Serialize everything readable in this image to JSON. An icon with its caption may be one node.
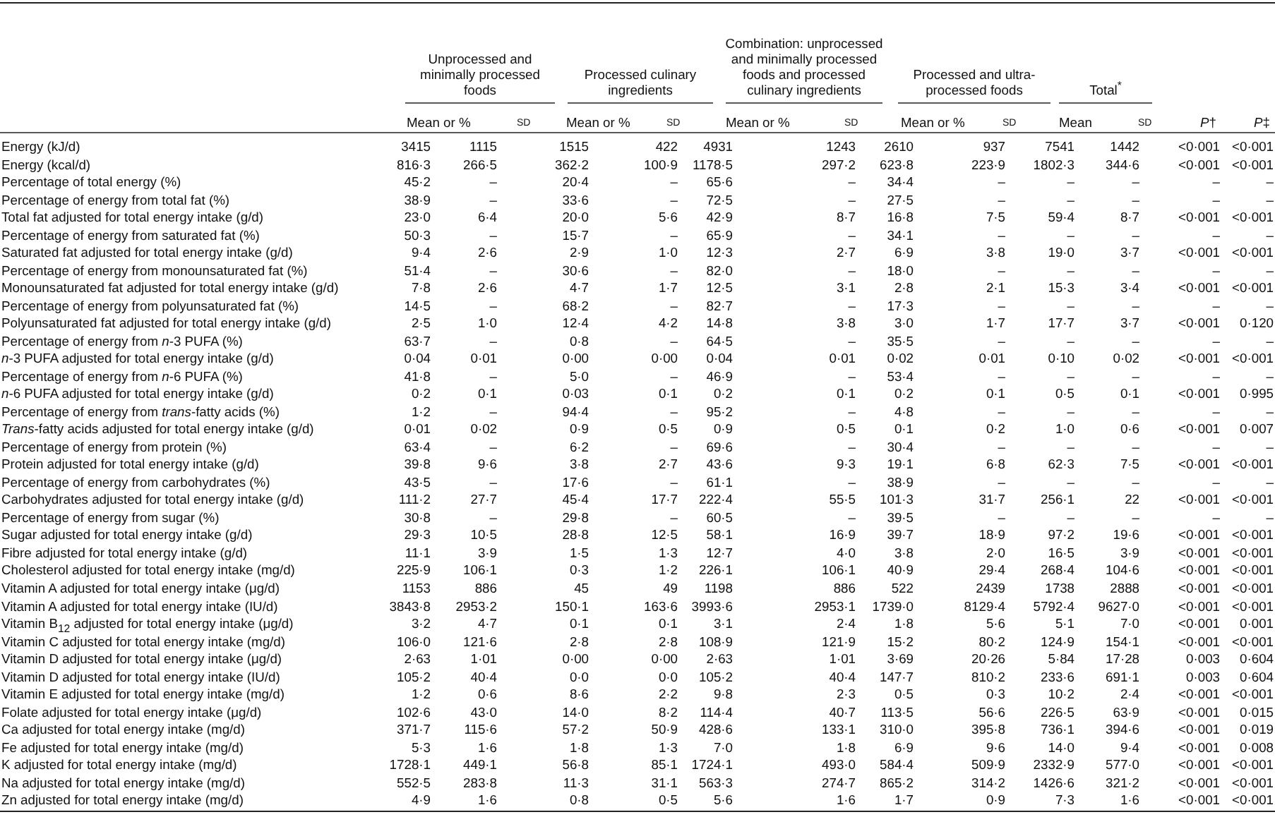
{
  "diagram": {
    "labels": [
      "Unprocessed and minimally processed foods",
      "Processed culinary ingredients",
      "Combination: unprocessed and minimally processed foods and processed culinary ingredients",
      "Processed and ultra-processed foods",
      "Total$^{*}$",
      "Mean or %",
      "SD",
      "Mean or %",
      "SD",
      "Mean or %",
      "SD",
      "Mean or %",
      "SD",
      "Mean",
      "SD",
      "*P*†",
      "*P*‡",
      "Energy (kJ/d)",
      "3415",
      "1115",
      "1515",
      "422",
      "4931",
      "1243",
      "2610",
      "937",
      "7541",
      "1442",
      "<0·001",
      "<0·001",
      "Energy (kcal/d)",
      "816·3",
      "266·5",
      "362·2",
      "100·9",
      "1178·5",
      "297·2",
      "623·8",
      "223·9",
      "1802·3",
      "344·6",
      "<0·001",
      "<0·001",
      "Percentage of total energy (%)",
      "45·2",
      "–",
      "20·4",
      "–",
      "65·6",
      "–",
      "34·4",
      "–",
      "–",
      "–",
      "–",
      "–",
      "Percentage of energy from total fat (%)",
      "38·9",
      "–",
      "33·6",
      "–",
      "72·5",
      "–",
      "27·5",
      "–",
      "–",
      "–",
      "–",
      "–",
      "Total fat adjusted for total energy intake (g/d)",
      "23·0",
      "6·4",
      "20·0",
      "5·6",
      "42·9",
      "8·7",
      "16·8",
      "7·5",
      "59·4",
      "8·7",
      "<0·001",
      "<0·001",
      "Percentage of energy from saturated fat (%)",
      "50·3",
      "–",
      "15·7",
      "–",
      "65·9",
      "–",
      "34·1",
      "–",
      "–",
      "–",
      "–",
      "–",
      "Saturated fat adjusted for total energy intake (g/d)",
      "9·4",
      "2·6",
      "2·9",
      "1·0",
      "12·3",
      "2·7",
      "6·9",
      "3·8",
      "19·0",
      "3·7",
      "<0·001",
      "<0·001",
      "Percentage of energy from monounsaturated fat (%)",
      "51·4",
      "–",
      "30·6",
      "–",
      "82·0",
      "–",
      "18·0",
      "–",
      "–",
      "–",
      "–",
      "–",
      "Monounsaturated fat adjusted for total energy intake (g/d)",
      "7·8",
      "2·6",
      "4·7",
      "1·7",
      "12·5",
      "3·1",
      "2·8",
      "2·1",
      "15·3",
      "3·4",
      "<0·001",
      "<0·001",
      "Percentage of energy from polyunsaturated fat (%)",
      "14·5",
      "–",
      "68·2",
      "–",
      "82·7",
      "–",
      "17·3",
      "–",
      "–",
      "–",
      "–",
      "–",
      "Polyunsaturated fat adjusted for total energy intake (g/d)",
      "2·5",
      "1·0",
      "12·4",
      "4·2",
      "14·8",
      "3·8",
      "3·0",
      "1·7",
      "17·7",
      "3·7",
      "<0·001",
      "0·120",
      "Percentage of energy from *n*-3 PUFA (%)",
      "63·7",
      "–",
      "0·8",
      "–",
      "64·5",
      "–",
      "35·5",
      "–",
      "–",
      "–",
      "–",
      "–",
      "*n*-3 PUFA adjusted for total energy intake (g/d)",
      "0·04",
      "0·01",
      "0·00",
      "0·00",
      "0·04",
      "0·01",
      "0·02",
      "0·01",
      "0·10",
      "0·02",
      "<0·001",
      "<0·001",
      "Percentage of energy from *n*-6 PUFA (%)",
      "41·8",
      "–",
      "5·0",
      "–",
      "46·9",
      "–",
      "53·4",
      "–",
      "–",
      "–",
      "–",
      "–",
      "*n*-6 PUFA adjusted for total energy intake (g/d)",
      "0·2",
      "0·1",
      "0·03",
      "0·1",
      "0·2",
      "0·1",
      "0·2",
      "0·1",
      "0·5",
      "0·1",
      "<0·001",
      "0·995",
      "Percentage of energy from *trans*-fatty acids (%)",
      "1·2",
      "–",
      "94·4",
      "–",
      "95·2",
      "–",
      "4·8",
      "–",
      "–",
      "–",
      "–",
      "–",
      "*Trans*-fatty acids adjusted for total energy intake (g/d)",
      "0·01",
      "0·02",
      "0·9",
      "0·5",
      "0·9",
      "0·5",
      "0·1",
      "0·2",
      "1·0",
      "0·6",
      "<0·001",
      "0·007",
      "Percentage of energy from protein (%)",
      "63·4",
      "–",
      "6·2",
      "–",
      "69·6",
      "–",
      "30·4",
      "–",
      "–",
      "–",
      "–",
      "–",
      "Protein adjusted for total energy intake (g/d)",
      "39·8",
      "9·6",
      "3·8",
      "2·7",
      "43·6",
      "9·3",
      "19·1",
      "6·8",
      "62·3",
      "7·5",
      "<0·001",
      "<0·001",
      "Percentage of energy from carbohydrates (%)",
      "43·5",
      "–",
      "17·6",
      "–",
      "61·1",
      "–",
      "38·9",
      "–",
      "–",
      "–",
      "–",
      "–",
      "Carbohydrates adjusted for total energy intake (g/d)",
      "111·2",
      "27·7",
      "45·4",
      "17·7",
      "222·4",
      "55·5",
      "101·3",
      "31·7",
      "256·1",
      "22",
      "<0·001",
      "<0·001",
      "Percentage of energy from sugar (%)",
      "30·8",
      "–",
      "29·8",
      "–",
      "60·5",
      "–",
      "39·5",
      "–",
      "–",
      "–",
      "–",
      "–",
      "Sugar adjusted for total energy intake (g/d)",
      "29·3",
      "10·5",
      "28·8",
      "12·5",
      "58·1",
      "16·9",
      "39·7",
      "18·9",
      "97·2",
      "19·6",
      "<0·001",
      "<0·001",
      "Fibre adjusted for total energy intake (g/d)",
      "11·1",
      "3·9",
      "1·5",
      "1·3",
      "12·7",
      "4·0",
      "3·8",
      "2·0",
      "16·5",
      "3·9",
      "<0·001",
      "<0·001",
      "Cholesterol adjusted for total energy intake (mg/d)",
      "225·9",
      "106·1",
      "0·3",
      "1·2",
      "226·1",
      "106·1",
      "40·9",
      "29·4",
      "268·4",
      "104·6",
      "<0·001",
      "<0·001",
      "Vitamin A adjusted for total energy intake (μg/d)",
      "1153",
      "886",
      "45",
      "49",
      "1198",
      "886",
      "522",
      "2439",
      "1738",
      "2888",
      "<0·001",
      "<0·001",
      "Vitamin A adjusted for total energy intake (IU/d)",
      "3843·8",
      "2953·2",
      "150·1",
      "163·6",
      "3993·6",
      "2953·1",
      "1739·0",
      "8129·4",
      "5792·4",
      "9627·0",
      "<0·001",
      "<0·001",
      "Vitamin B$_{12}$ adjusted for total energy intake (μg/d)",
      "3·2",
      "4·7",
      "0·1",
      "0·1",
      "3·1",
      "2·4",
      "1·8",
      "5·6",
      "5·1",
      "7·0",
      "<0·001",
      "0·001",
      "Vitamin C adjusted for total energy intake (mg/d)",
      "106·0",
      "121·6",
      "2·8",
      "2·8",
      "108·9",
      "121·9",
      "15·2",
      "80·2",
      "124·9",
      "154·1",
      "<0·001",
      "<0·001",
      "Vitamin D adjusted for total energy intake (μg/d)",
      "2·63",
      "1·01",
      "0·00",
      "0·00",
      "2·63",
      "1·01",
      "3·69",
      "20·26",
      "5·84",
      "17·28",
      "0·003",
      "0·604",
      "Vitamin D adjusted for total energy intake (IU/d)",
      "105·2",
      "40·4",
      "0·0",
      "0·0",
      "105·2",
      "40·4",
      "147·7",
      "810·2",
      "233·6",
      "691·1",
      "0·003",
      "0·604",
      "Vitamin E adjusted for total energy intake (mg/d)",
      "1·2",
      "0·6",
      "8·6",
      "2·2",
      "9·8",
      "2·3",
      "0·5",
      "0·3",
      "10·2",
      "2·4",
      "<0·001",
      "<0·001",
      "Folate adjusted for total energy intake (μg/d)",
      "102·6",
      "43·0",
      "14·0",
      "8·2",
      "114·4",
      "40·7",
      "113·5",
      "56·6",
      "226·5",
      "63·9",
      "<0·001",
      "0·015",
      "Ca adjusted for total energy intake (mg/d)",
      "371·7",
      "115·6",
      "57·2",
      "50·9",
      "428·6",
      "133·1",
      "310·0",
      "395·8",
      "736·1",
      "394·6",
      "<0·001",
      "0·019",
      "Fe adjusted for total energy intake (mg/d)",
      "5·3",
      "1·6",
      "1·8",
      "1·3",
      "7·0",
      "1·8",
      "6·9",
      "9·6",
      "14·0",
      "9·4",
      "<0·001",
      "0·008",
      "K adjusted for total energy intake (mg/d)",
      "1728·1",
      "449·1",
      "56·8",
      "85·1",
      "1724·1",
      "493·0",
      "584·4",
      "509·9",
      "2332·9",
      "577·0",
      "<0·001",
      "<0·001",
      "Na adjusted for total energy intake (mg/d)",
      "552·5",
      "283·8",
      "11·3",
      "31·1",
      "563·3",
      "274·7",
      "865·2",
      "314·2",
      "1426·6",
      "321·2",
      "<0·001",
      "<0·001",
      "Zn adjusted for total energy intake (mg/d)",
      "4·9",
      "1·6",
      "0·8",
      "0·5",
      "5·6",
      "1·6",
      "1·7",
      "0·9",
      "7·3",
      "1·6",
      "<0·001",
      "<0·001"
    ]
  }
}
